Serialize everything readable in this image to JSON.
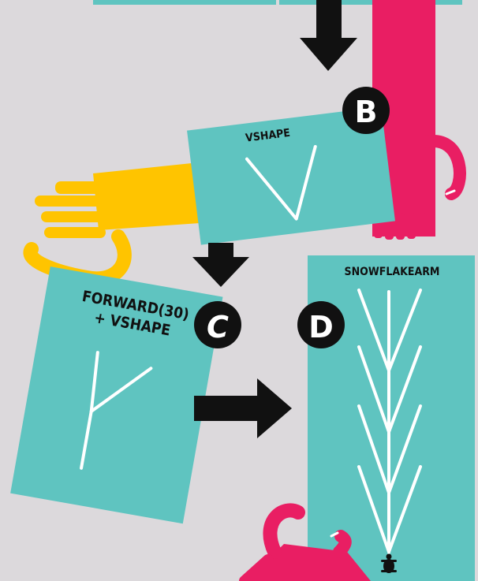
{
  "cards": {
    "b": {
      "title": "VSHAPE"
    },
    "c": {
      "title_line1": "FORWARD(30)",
      "title_line2": "+ VSHAPE"
    },
    "d": {
      "title": "SNOWFLAKEARM"
    }
  },
  "badges": {
    "b": "B",
    "c": "C",
    "d": "D"
  },
  "colors": {
    "teal": "#5fc4c0",
    "pink": "#e91e63",
    "yellow": "#ffc400",
    "black": "#111111",
    "white": "#ffffff",
    "background": "#dcd9dc"
  }
}
